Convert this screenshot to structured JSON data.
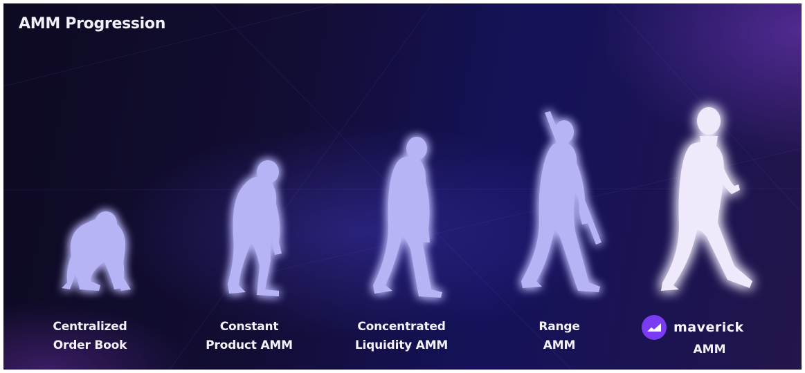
{
  "title": "AMM Progression",
  "stages": [
    {
      "line1": "Centralized",
      "line2": "Order Book"
    },
    {
      "line1": "Constant",
      "line2": "Product AMM"
    },
    {
      "line1": "Concentrated",
      "line2": "Liquidity AMM"
    },
    {
      "line1": "Range",
      "line2": "AMM"
    }
  ],
  "final_stage": {
    "brand": "maverick",
    "line2": "AMM"
  },
  "colors": {
    "figure": "#b7b4f6",
    "figure_final": "#efe9fb",
    "glow": "#8f7cf0",
    "brand_purple": "#7a3cf2"
  },
  "icons": [
    "ape-figure",
    "early-hominid-figure",
    "hominid-figure",
    "caveman-with-spear-figure",
    "modern-human-figure",
    "maverick-logo-icon"
  ]
}
